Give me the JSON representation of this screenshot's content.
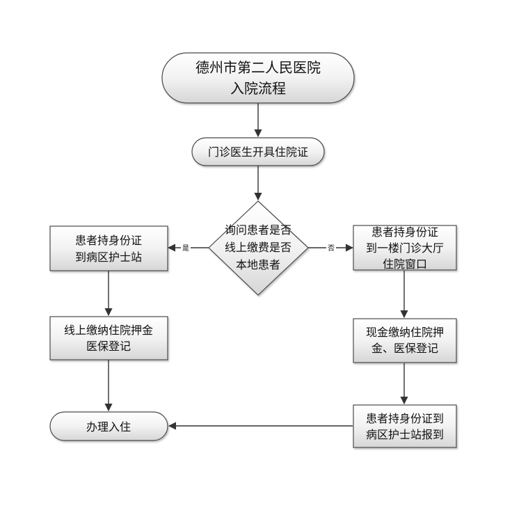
{
  "title": {
    "line1": "德州市第二人民医院",
    "line2": "入院流程"
  },
  "nodes": {
    "outpatient": "门诊医生开具住院证",
    "decision": [
      "询问患者是否",
      "线上缴费是否",
      "本地患者"
    ],
    "left_nurse": [
      "患者持身份证",
      "到病区护士站"
    ],
    "left_pay": [
      "线上缴纳住院押金",
      "医保登记"
    ],
    "admit": "办理入住",
    "right_window": [
      "患者持身份证",
      "到一楼门诊大厅",
      "住院窗口"
    ],
    "right_cash": [
      "现金缴纳住院押",
      "金、医保登记"
    ],
    "right_report": [
      "患者持身份证到",
      "病区护士站报到"
    ]
  },
  "edge_labels": {
    "yes": "是",
    "no": "否"
  },
  "colors": {
    "fill_top": "#ffffff",
    "fill_bottom": "#d8d8d8",
    "stroke": "#4a4a4a",
    "arrow": "#333333"
  }
}
